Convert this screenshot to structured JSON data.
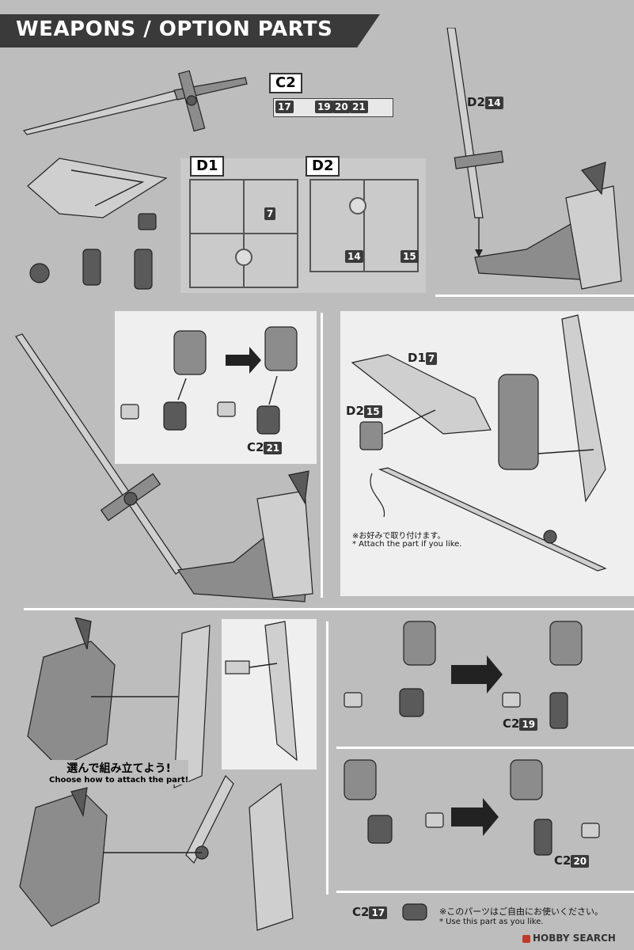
{
  "header": {
    "title": "WEAPONS / OPTION PARTS"
  },
  "runners": {
    "c2": {
      "name": "C2",
      "parts": [
        "17",
        "19",
        "20",
        "21"
      ]
    },
    "d1": {
      "name": "D1",
      "part": "7"
    },
    "d2": {
      "name": "D2",
      "parts": [
        "14",
        "15"
      ]
    }
  },
  "callouts": {
    "top_right_runner": "D2",
    "top_right_part": "14",
    "mid_left_runner": "C2",
    "mid_left_part": "21",
    "shield_runner_d1": "D1",
    "shield_part_d1": "7",
    "shield_runner_d2": "D2",
    "shield_part_d2": "15",
    "right_a_runner": "C2",
    "right_a_part": "19",
    "right_b_runner": "C2",
    "right_b_part": "20",
    "bottom_runner": "C2",
    "bottom_part": "17"
  },
  "notes": {
    "attach_jp": "※お好みで取り付けます。",
    "attach_en": "* Attach the part if you like.",
    "choose_jp": "選んで組み立てよう!",
    "choose_en": "Choose how to attach the part!",
    "use_jp": "※このパーツはご自由にお使いください。",
    "use_en": "* Use this part as you like."
  },
  "watermark": "HOBBY SEARCH"
}
